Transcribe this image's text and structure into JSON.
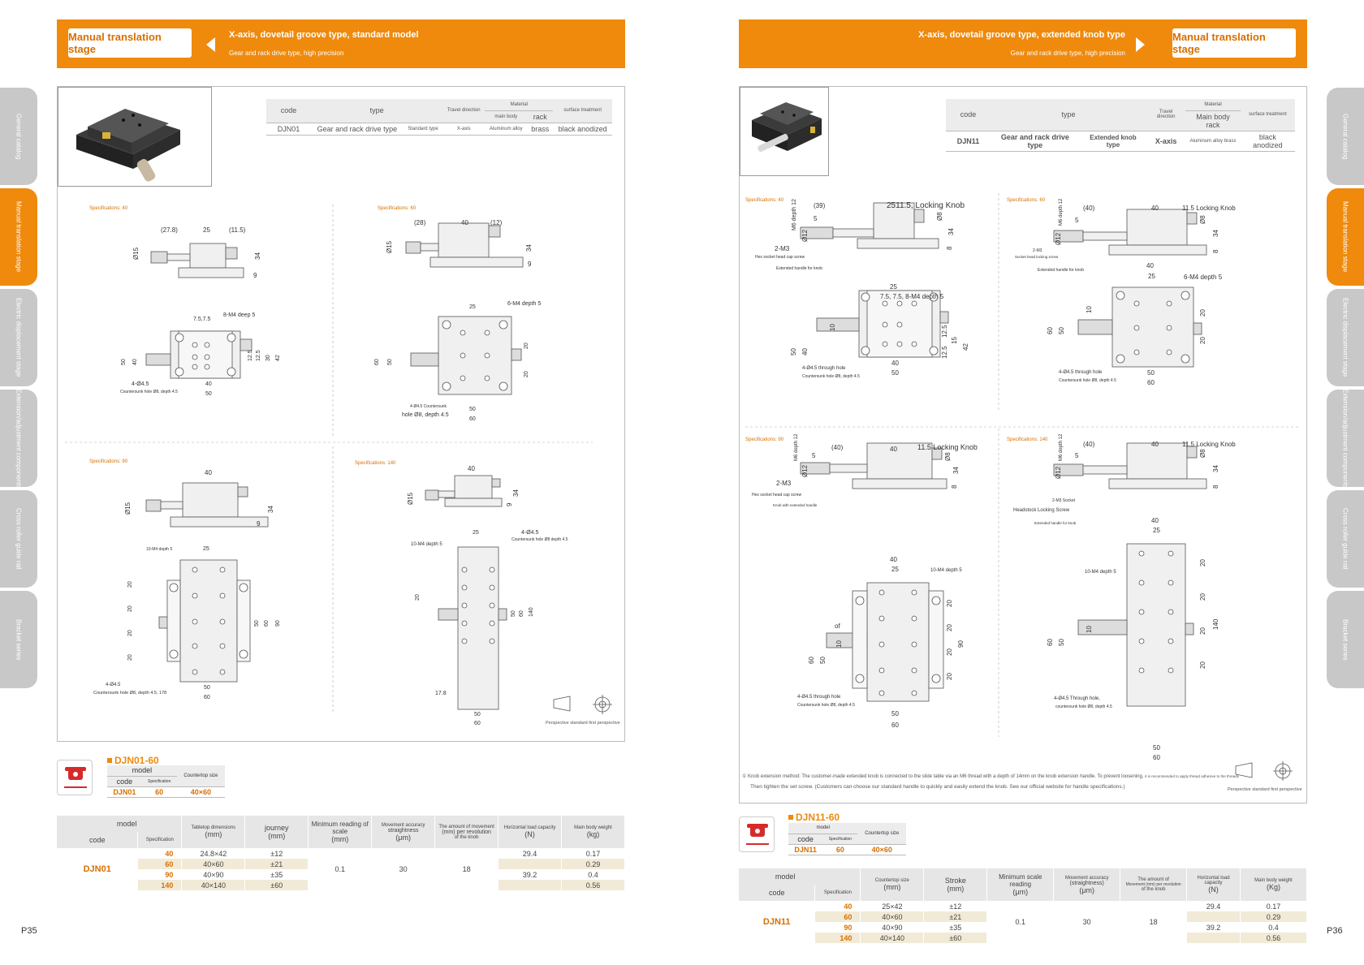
{
  "left": {
    "banner": {
      "button": "Manual translation stage",
      "title": "X-axis, dovetail groove type, standard model",
      "subtitle": "Gear and rack drive type, high precision"
    },
    "spec_table": {
      "h_code": "code",
      "h_type": "type",
      "h_dir": "Travel direction",
      "h_material": "Material",
      "h_mainbody": "main body",
      "h_rack": "rack",
      "h_surface": "surface treatment",
      "code": "DJN01",
      "type": "Gear and rack drive type",
      "dir_type": "Standard type",
      "axis": "X-axis",
      "mainbody": "Aluminum alloy",
      "rack": "brass",
      "surface": "black anodized"
    },
    "specs": [
      "Specifications: 40",
      "Specifications: 60",
      "Specifications: 90",
      "Specifications: 140"
    ],
    "model_code": "DJN01-60",
    "mini": {
      "model": "model",
      "code": "code",
      "spec": "Specification",
      "size": "Countertop size",
      "v_code": "DJN01",
      "v_spec": "60",
      "v_size": "40×60"
    },
    "param": {
      "model": "model",
      "code": "code",
      "spec": "Specification",
      "h_size": "Tabletop dimensions",
      "h_size_u": "(mm)",
      "h_journey": "journey",
      "h_journey_u": "(mm)",
      "h_min": "Minimum reading of scale",
      "h_min_u": "(mm)",
      "h_acc": "Movement accuracy",
      "h_acc2": "straightness",
      "h_acc_u": "(μm)",
      "h_amount": "The amount of movement",
      "h_amount2": "(mm) per revolution",
      "h_amount3": "of the knob",
      "h_load": "Horizontal load capacity",
      "h_load_u": "(N)",
      "h_weight": "Main body weight",
      "h_weight_u": "(kg)",
      "code_val": "DJN01",
      "min_val": "0.1",
      "acc_val": "30",
      "amount_val": "18",
      "rows": [
        {
          "spec": "40",
          "size": "24.8×42",
          "journey": "±12",
          "load": "29.4",
          "weight": "0.17"
        },
        {
          "spec": "60",
          "size": "40×60",
          "journey": "±21",
          "load": "",
          "weight": "0.29"
        },
        {
          "spec": "90",
          "size": "40×90",
          "journey": "±35",
          "load": "39.2",
          "weight": "0.4"
        },
        {
          "spec": "140",
          "size": "40×140",
          "journey": "±60",
          "load": "",
          "weight": "0.56"
        }
      ]
    },
    "perspective": "Perspective standard first perspective",
    "page": "P35",
    "tabs": [
      "General catalog",
      "Manual translation stage",
      "Electric displacement stage",
      "Extension/adjustment components",
      "Cross roller guide rail",
      "Bracket series"
    ]
  },
  "right": {
    "banner": {
      "button": "Manual translation stage",
      "title": "X-axis, dovetail groove type, extended knob type",
      "subtitle": "Gear and rack drive type, high precision"
    },
    "spec_table": {
      "h_code": "code",
      "h_type": "type",
      "h_dir": "Travel direction",
      "h_material": "Material",
      "h_mainbody": "Main body rack",
      "h_surface": "surface treatment",
      "code": "DJN11",
      "type": "Gear and rack drive type",
      "dir_type": "Extended knob type",
      "axis": "X-axis",
      "mainbody": "Aluminum alloy brass",
      "surface": "black anodized"
    },
    "specs": [
      "Specifications: 40",
      "Specifications: 60",
      "Specifications: 90",
      "Specifications: 140"
    ],
    "model_code": "DJN11-60",
    "mini": {
      "model": "model",
      "code": "code",
      "spec": "Specification",
      "size": "Countertop size",
      "v_code": "DJN11",
      "v_spec": "60",
      "v_size": "40×60"
    },
    "param": {
      "model": "model",
      "code": "code",
      "spec": "Specification",
      "h_size": "Countertop size",
      "h_size_u": "(mm)",
      "h_journey": "Stroke",
      "h_journey_u": "(mm)",
      "h_min": "Minimum scale reading",
      "h_min_u": "(μm)",
      "h_acc": "Movement accuracy",
      "h_acc2": "(straightness)",
      "h_acc_u": "(μm)",
      "h_amount": "The amount of",
      "h_amount2": "Movement (mm) per revolution",
      "h_amount3": "of the knob",
      "h_load": "Horizontal load capacity",
      "h_load_u": "(N)",
      "h_weight": "Main body weight",
      "h_weight_u": "(Kg)",
      "code_val": "DJN11",
      "min_val": "0.1",
      "acc_val": "30",
      "amount_val": "18",
      "rows": [
        {
          "spec": "40",
          "size": "25×42",
          "journey": "±12",
          "load": "29.4",
          "weight": "0.17"
        },
        {
          "spec": "60",
          "size": "40×60",
          "journey": "±21",
          "load": "",
          "weight": "0.29"
        },
        {
          "spec": "90",
          "size": "40×90",
          "journey": "±35",
          "load": "39.2",
          "weight": "0.4"
        },
        {
          "spec": "140",
          "size": "40×140",
          "journey": "±60",
          "load": "",
          "weight": "0.56"
        }
      ]
    },
    "note1": "① Knob extension method: The customer-made extended knob is connected to the slide table via an M6 thread with a depth of 14mm on the knob extension handle. To prevent loosening,",
    "note1b": "it is recommended to apply thread adhesive to the threads",
    "note2": "Then tighten the set screw. (Customers can choose our standard handle to quickly and easily extend the knob. See our official website for handle specifications.)",
    "perspective": "Perspective standard first perspective",
    "page": "P36",
    "tabs": [
      "General catalog",
      "Manual translation stage",
      "Electric displacement stage",
      "Extension/adjustment components",
      "Cross roller guide rail",
      "Bracket series"
    ]
  },
  "dims": {
    "l40": {
      "a": "(27.8)",
      "b": "25",
      "c": "(11.5)",
      "h": "34",
      "d": "Ø15",
      "e": "9",
      "f": "7.5,7.5",
      "g": "8-M4 deep 5",
      "w1": "40",
      "w2": "50",
      "hv1": "50",
      "hv2": "40",
      "hv3": "12.5",
      "hv4": "12.5",
      "hv5": "30",
      "hv6": "42",
      "hole": "4-Ø4.5",
      "hole2": "Countersunk hole Ø8, depth 4.5"
    },
    "l60": {
      "a": "(28)",
      "b": "40",
      "c": "(12)",
      "h": "34",
      "d": "Ø15",
      "e": "9",
      "g": "6-M4 depth 5",
      "b2": "25",
      "w1": "50",
      "w2": "60",
      "hv1": "60",
      "hv2": "50",
      "hv3": "20",
      "hv4": "20",
      "hole": "4-Ø4.5 Countersunk",
      "hole2": "hole Ø8, depth 4.5"
    },
    "l90": {
      "b": "40",
      "h": "34",
      "d": "Ø15",
      "e": "9",
      "g": "10-M4 depth 5",
      "b2": "25",
      "w1": "50",
      "w2": "60",
      "v1": "20",
      "v2": "20",
      "v3": "20",
      "v4": "20",
      "hv1": "50",
      "hv2": "60",
      "hv3": "90",
      "hole": "4-Ø4.5",
      "hole2": "Countersunk hole Ø8, depth 4.5, 178"
    },
    "l140": {
      "b": "40",
      "h": "34",
      "d": "Ø15",
      "e": "9",
      "b2": "25",
      "g": "10-M4 depth 5",
      "hole": "4-Ø4.5",
      "hole2": "Countersunk hole Ø8 depth 4.5",
      "w1": "50",
      "w2": "60",
      "w3": "17.8",
      "v": "20",
      "hv1": "50",
      "hv2": "60",
      "hv3": "140"
    },
    "r40": {
      "a": "(39)",
      "knob": "2511.5, Locking Knob",
      "m6": "M6 depth 12",
      "h": "34",
      "d1": "Ø12",
      "d2": "Ø8",
      "e": "8",
      "s": "5",
      "m3": "2-M3",
      "m3b": "Hex socket head cap screw",
      "ext": "Extended handle for knob",
      "b": "25",
      "holes": "7.5, 7.5, 8-M4 depth 5",
      "v1": "10",
      "hv1": "50",
      "hv2": "40",
      "hv3": "12.5",
      "hv4": "12.5",
      "hv5": "15",
      "hv6": "42",
      "w1": "40",
      "w2": "50",
      "hole": "4-Ø4.5 through hole",
      "hole2": "Countersunk hole Ø8, depth 4.5"
    },
    "r60": {
      "a": "(40)",
      "b": "40",
      "knob": "11.5 Locking Knob",
      "m6": "M6 depth 12",
      "h": "34",
      "d1": "Ø12",
      "d2": "Ø8",
      "e": "8",
      "s": "5",
      "m3": "2-M3",
      "m3b": "Socket head locking screw",
      "ext": "Extended handle for knob",
      "b1": "40",
      "b2": "25",
      "g": "6-M4 depth 5",
      "v1": "10",
      "hv1": "60",
      "hv2": "50",
      "hv3": "20",
      "hv4": "20",
      "w1": "50",
      "w2": "60",
      "hole": "4-Ø4.5 through hole",
      "hole2": "Countersunk hole Ø8, depth 4.5"
    },
    "r90": {
      "a": "(40)",
      "b": "40",
      "knob": "11.5 Locking Knob",
      "m6": "M6 depth 12",
      "h": "34",
      "d1": "Ø12",
      "d2": "Ø8",
      "e": "8",
      "s": "5",
      "m3": "2-M3",
      "m3b": "Hex socket head cap screw",
      "ext": "Knob with extended handle",
      "b1": "40",
      "b2": "25",
      "g": "10-M4 depth 5",
      "of": "of",
      "v1": "10",
      "hv1": "60",
      "hv2": "50",
      "hv3": "20",
      "hv4": "20",
      "hv5": "20",
      "hv6": "20",
      "hv7": "90",
      "w1": "50",
      "w2": "60",
      "hole": "4-Ø4.5 through hole",
      "hole2": "Countersunk hole Ø8, depth 4.5"
    },
    "r140": {
      "a": "(40)",
      "b": "40",
      "knob": "11.5 Locking Knob",
      "m6": "M6 depth 12",
      "h": "34",
      "d1": "Ø12",
      "d2": "Ø8",
      "e": "8",
      "s": "5",
      "m3": "2-M3 Socket",
      "m3b": "Headstock Locking Screw",
      "ext": "Extended handle for knob",
      "b1": "40",
      "b2": "25",
      "g": "10-M4 depth 5",
      "v1": "10",
      "hv1": "60",
      "hv2": "50",
      "hv3": "20",
      "hv4": "20",
      "hv5": "20",
      "hv6": "20",
      "hv7": "140",
      "w1": "50",
      "w2": "60",
      "hole": "4-Ø4.5 Through hole,",
      "hole2": "countersunk hole Ø8, depth 4.5"
    }
  }
}
